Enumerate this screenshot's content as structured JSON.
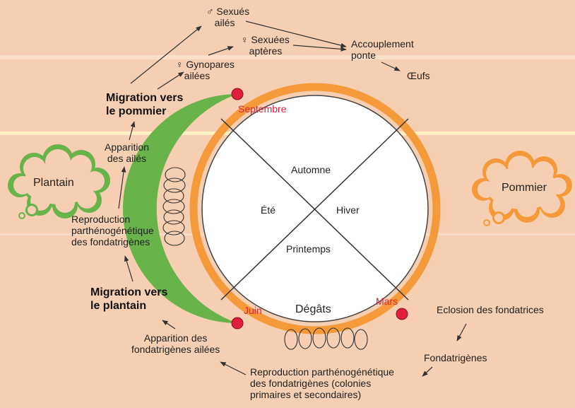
{
  "colors": {
    "background": "#f6cfb2",
    "orange": "#f59a3a",
    "green": "#68b34a",
    "red": "#e0203a",
    "circle_fill": "#ffffff"
  },
  "seasons": {
    "autumn": "Automne",
    "winter": "Hiver",
    "spring": "Printemps",
    "summer": "Été"
  },
  "months": {
    "september": "Septembre",
    "march": "Mars",
    "june": "Juin"
  },
  "clouds": {
    "left": "Plantain",
    "right": "Pommier"
  },
  "inner": {
    "damage": "Dégâts"
  },
  "labels": {
    "sexues": "♂ Sexués\n   ailés",
    "sexuees": "♀ Sexuées\n   aptères",
    "gynopares": "♀ Gynopares\n   ailées",
    "accouplement": "Accouplement\nponte",
    "oeufs": "Œufs",
    "migration_pommier": "Migration vers\nle pommier",
    "apparition_ailes": "Apparition\ndes ailés",
    "repro_parth": "Reproduction\nparthénogénétique\ndes fondatrigènes",
    "migration_plantain": "Migration vers\nle plantain",
    "apparition_fondatrigenes": "Apparition des\nfondatrigènes ailées",
    "eclosion": "Eclosion des fondatrices",
    "fondatrigenes": "Fondatrigènes",
    "repro_colonies": "Reproduction parthénogénétique\ndes fondatrigènes (colonies\nprimaires et secondaires)"
  }
}
